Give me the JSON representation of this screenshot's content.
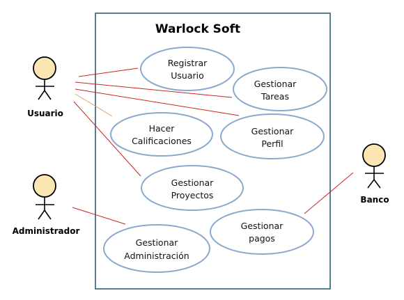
{
  "colors": {
    "system_border": "#2f5f75",
    "usecase_stroke": "#8aa8cc",
    "actor_head_fill": "#fbe6b4",
    "association_line": "#cc2222",
    "dependency_line": "#e0a070"
  },
  "system": {
    "title": "Warlock Soft"
  },
  "use_cases": {
    "registrar_usuario": {
      "line1": "Registrar",
      "line2": "Usuario"
    },
    "gestionar_tareas": {
      "line1": "Gestionar",
      "line2": "Tareas"
    },
    "hacer_calificaciones": {
      "line1": "Hacer",
      "line2": "Calificaciones"
    },
    "gestionar_perfil": {
      "line1": "Gestionar",
      "line2": "Perfil"
    },
    "gestionar_proyectos": {
      "line1": "Gestionar",
      "line2": "Proyectos"
    },
    "gestionar_pagos": {
      "line1": "Gestionar",
      "line2": "pagos"
    },
    "gestionar_administracion": {
      "line1": "Gestionar",
      "line2": "Administración"
    }
  },
  "actors": {
    "usuario": {
      "label": "Usuario"
    },
    "administrador": {
      "label": "Administrador"
    },
    "banco": {
      "label": "Banco"
    }
  }
}
